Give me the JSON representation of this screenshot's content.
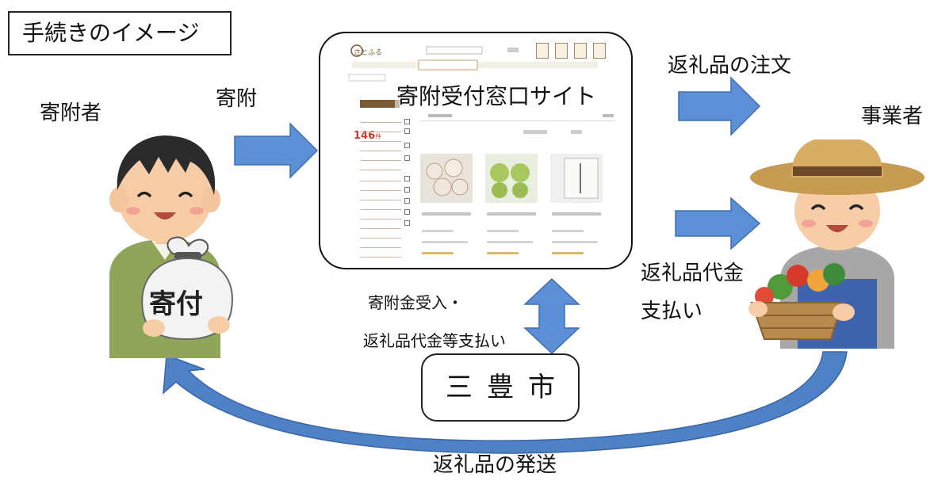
{
  "title": "手続きのイメージ",
  "donor_label": "寄附者",
  "donation_label": "寄附",
  "site_label": "寄附受付窓口サイト",
  "supplier_label": "事業者",
  "order_label": "返礼品の注文",
  "payment_label_1": "返礼品代金",
  "payment_label_2": "支払い",
  "city_flow_1": "寄附金受入・",
  "city_flow_2": "返礼品代金等支払い",
  "city_label": "三豊市",
  "shipping_label": "返礼品の発送",
  "bag_label": "寄付",
  "site_screenshot": {
    "logo": "さとふる",
    "count": "146",
    "count_unit": "件"
  }
}
